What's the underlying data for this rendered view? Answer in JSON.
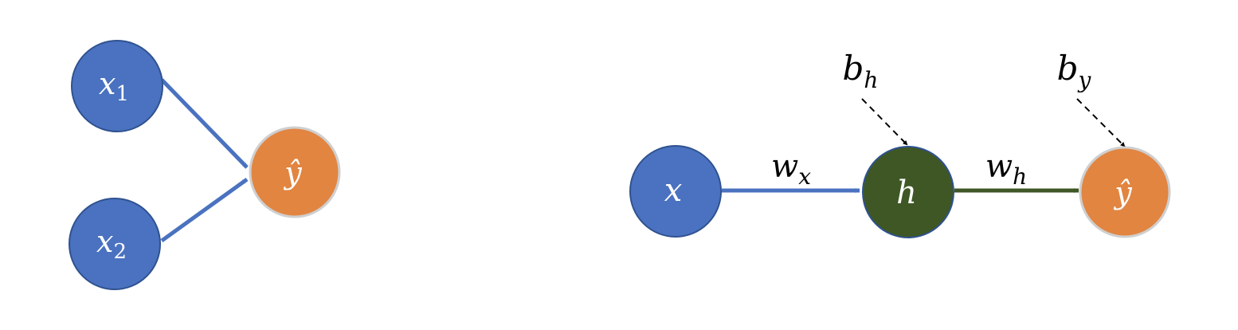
{
  "colors": {
    "input_node": "#4a72c0",
    "input_node_stroke": "#2f528f",
    "output_node": "#e28541",
    "output_node_stroke": "#cfcfcf",
    "hidden_node": "#3e5725",
    "hidden_node_stroke": "#2f528f",
    "blue_edge": "#4a72c0",
    "green_edge": "#3e5725",
    "bias_edge": "#000000"
  },
  "left_diagram": {
    "nodes": {
      "x1": {
        "base": "x",
        "sub": "1",
        "kind": "input"
      },
      "x2": {
        "base": "x",
        "sub": "2",
        "kind": "input"
      },
      "y": {
        "label": "ŷ",
        "kind": "output"
      }
    },
    "edges": [
      {
        "from": "x1",
        "to": "y",
        "style": "solid",
        "color": "blue"
      },
      {
        "from": "x2",
        "to": "y",
        "style": "solid",
        "color": "blue"
      }
    ]
  },
  "right_diagram": {
    "nodes": {
      "x": {
        "label": "x",
        "kind": "input"
      },
      "h": {
        "label": "h",
        "kind": "hidden"
      },
      "y": {
        "label": "ŷ",
        "kind": "output"
      },
      "bh": {
        "base": "b",
        "sub": "h",
        "kind": "bias"
      },
      "by": {
        "base": "b",
        "sub": "y",
        "kind": "bias"
      }
    },
    "edges": [
      {
        "from": "x",
        "to": "h",
        "style": "solid",
        "color": "blue",
        "weight": {
          "base": "w",
          "sub": "x"
        }
      },
      {
        "from": "h",
        "to": "y",
        "style": "solid",
        "color": "green",
        "weight": {
          "base": "w",
          "sub": "h"
        }
      },
      {
        "from": "bh",
        "to": "h",
        "style": "dashed",
        "color": "black"
      },
      {
        "from": "by",
        "to": "y",
        "style": "dashed",
        "color": "black"
      }
    ]
  }
}
